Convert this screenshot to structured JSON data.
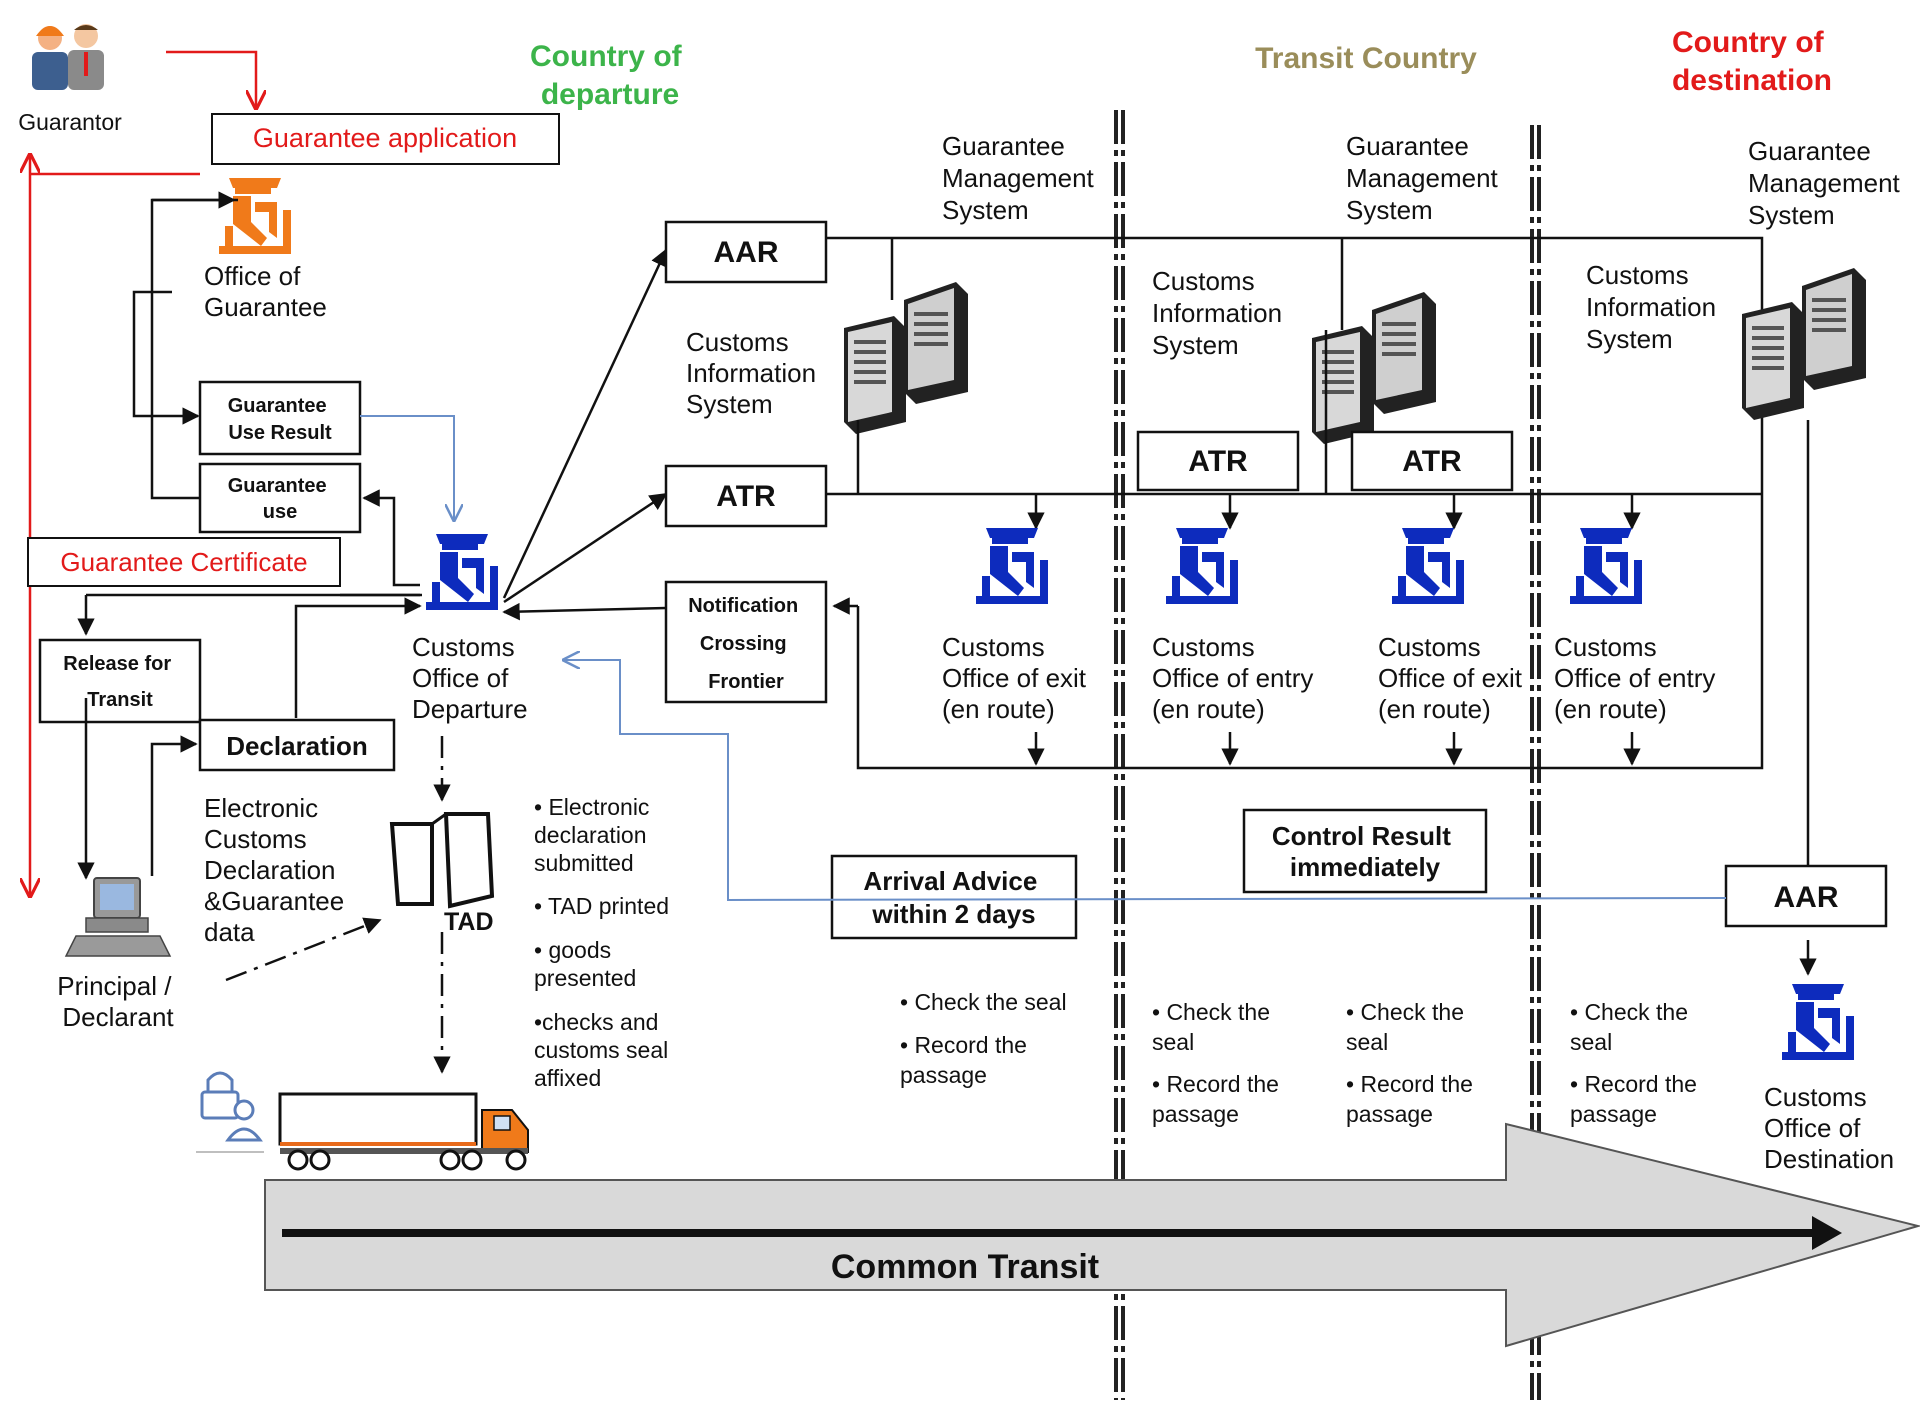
{
  "countries": {
    "departure": "Country of departure",
    "transit": "Transit Country",
    "destination": "Country of destination"
  },
  "colors": {
    "departure": "#3cb44a",
    "transit": "#9a8d5a",
    "destination": "#e21a1a",
    "accent_red": "#e21a1a",
    "officer_blue": "#0d2bbd",
    "office_orange": "#f07a1a",
    "link_blue": "#6a8fc8"
  },
  "actors": {
    "guarantor": "Guarantor",
    "office_of_guarantee": "Office of Guarantee",
    "principal": "Principal / Declarant",
    "customs_departure": "Customs Office of Departure",
    "customs_destination": "Customs Office of Destination",
    "customs_exit": "Customs Office of exit (en route)",
    "customs_entry": "Customs Office of entry (en route)"
  },
  "systems": {
    "gms": "Guarantee Management System",
    "cis": "Customs Information System"
  },
  "boxes": {
    "guarantee_application": "Guarantee application",
    "guarantee_certificate": "Guarantee Certificate",
    "guarantee_use_result": "Guarantee Use Result",
    "guarantee_use": "Guarantee use",
    "release_for_transit": "Release for Transit",
    "declaration": "Declaration",
    "aar": "AAR",
    "atr": "ATR",
    "notification_crossing_frontier": "Notification Crossing Frontier",
    "arrival_advice": "Arrival Advice within 2 days",
    "control_result": "Control Result immediately"
  },
  "labels": {
    "electronic_declaration": "Electronic Customs Declaration &Guarantee data",
    "tad": "TAD",
    "common_transit": "Common Transit"
  },
  "departure_steps": [
    "• Electronic declaration submitted",
    "• TAD printed",
    "• goods presented",
    "•checks and customs seal affixed"
  ],
  "route_checks": [
    {
      "check": "• Check the seal",
      "record": "• Record the passage"
    },
    {
      "check": "• Check the seal",
      "record": "• Record the passage"
    },
    {
      "check": "• Check the seal",
      "record": "• Record the passage"
    },
    {
      "check": "• Check the seal",
      "record": "• Record the passage"
    }
  ],
  "icons": [
    "guarantor-people-icon",
    "office-clerk-icon",
    "customs-officer-icon",
    "server-computer-icon",
    "desktop-computer-icon",
    "document-icon",
    "lock-user-icon",
    "truck-icon",
    "common-transit-arrow-icon"
  ]
}
